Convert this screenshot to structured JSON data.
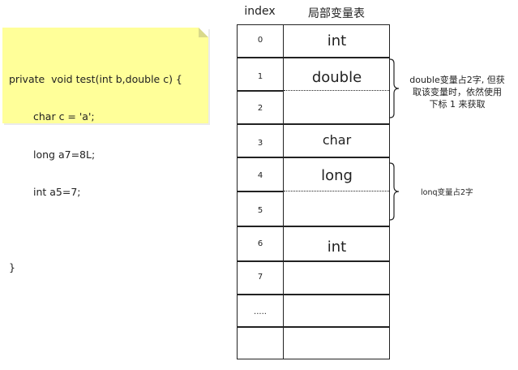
{
  "code_note": {
    "lines": [
      "private  void test(int b,double c) {",
      "char c = 'a';",
      "long a7=8L;",
      "int a5=7;",
      "",
      "}"
    ]
  },
  "table": {
    "index_header": "index",
    "var_header": "局部变量表",
    "indices": [
      "0",
      "1",
      "2",
      "3",
      "4",
      "5",
      "6",
      "7",
      ".....",
      ""
    ],
    "types": {
      "int_0": "int",
      "double": "double",
      "char": "char",
      "long": "long",
      "int_6": "int"
    }
  },
  "annotations": {
    "double_note": [
      "double变量占2字, 但获",
      "取该变量时，依然使用",
      "下标 1 来获取"
    ],
    "long_note": "lonq变量占2字"
  }
}
